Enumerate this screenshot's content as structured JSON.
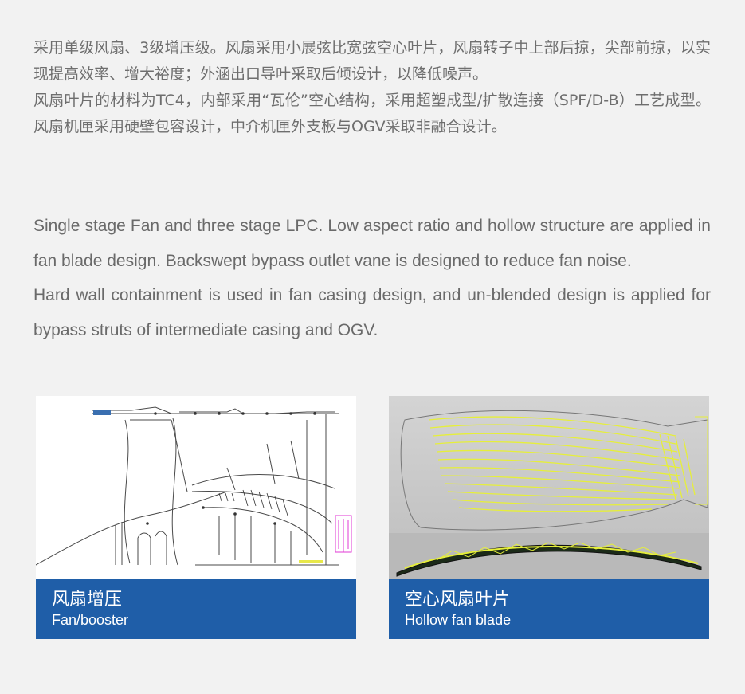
{
  "cn_text": {
    "para1": "采用单级风扇、3级增压级。风扇采用小展弦比宽弦空心叶片，风扇转子中上部后掠，尖部前掠，以实现提高效率、增大裕度；外涵出口导叶采取后倾设计，以降低噪声。",
    "para2": "风扇叶片的材料为TC4，内部采用“瓦伦”空心结构，采用超塑成型/扩散连接（SPF/D-B）工艺成型。风扇机匣采用硬壁包容设计，中介机匣外支板与OGV采取非融合设计。"
  },
  "en_text": {
    "para1": "Single stage Fan and three stage LPC. Low aspect ratio and hollow structure are applied in fan blade design. Backswept bypass outlet vane is designed to reduce fan noise.",
    "para2": "Hard wall containment is used in fan casing design, and un-blended design is applied for bypass struts of intermediate casing and OGV."
  },
  "cards": [
    {
      "caption_cn": "风扇增压",
      "caption_en": "Fan/booster"
    },
    {
      "caption_cn": "空心风扇叶片",
      "caption_en": "Hollow fan blade"
    }
  ],
  "colors": {
    "caption_bg": "#1f5ea8",
    "blade_yellow": "#e6ef3a",
    "render_bg": "#c9c9c9",
    "cad_magenta": "#e23ad6"
  }
}
